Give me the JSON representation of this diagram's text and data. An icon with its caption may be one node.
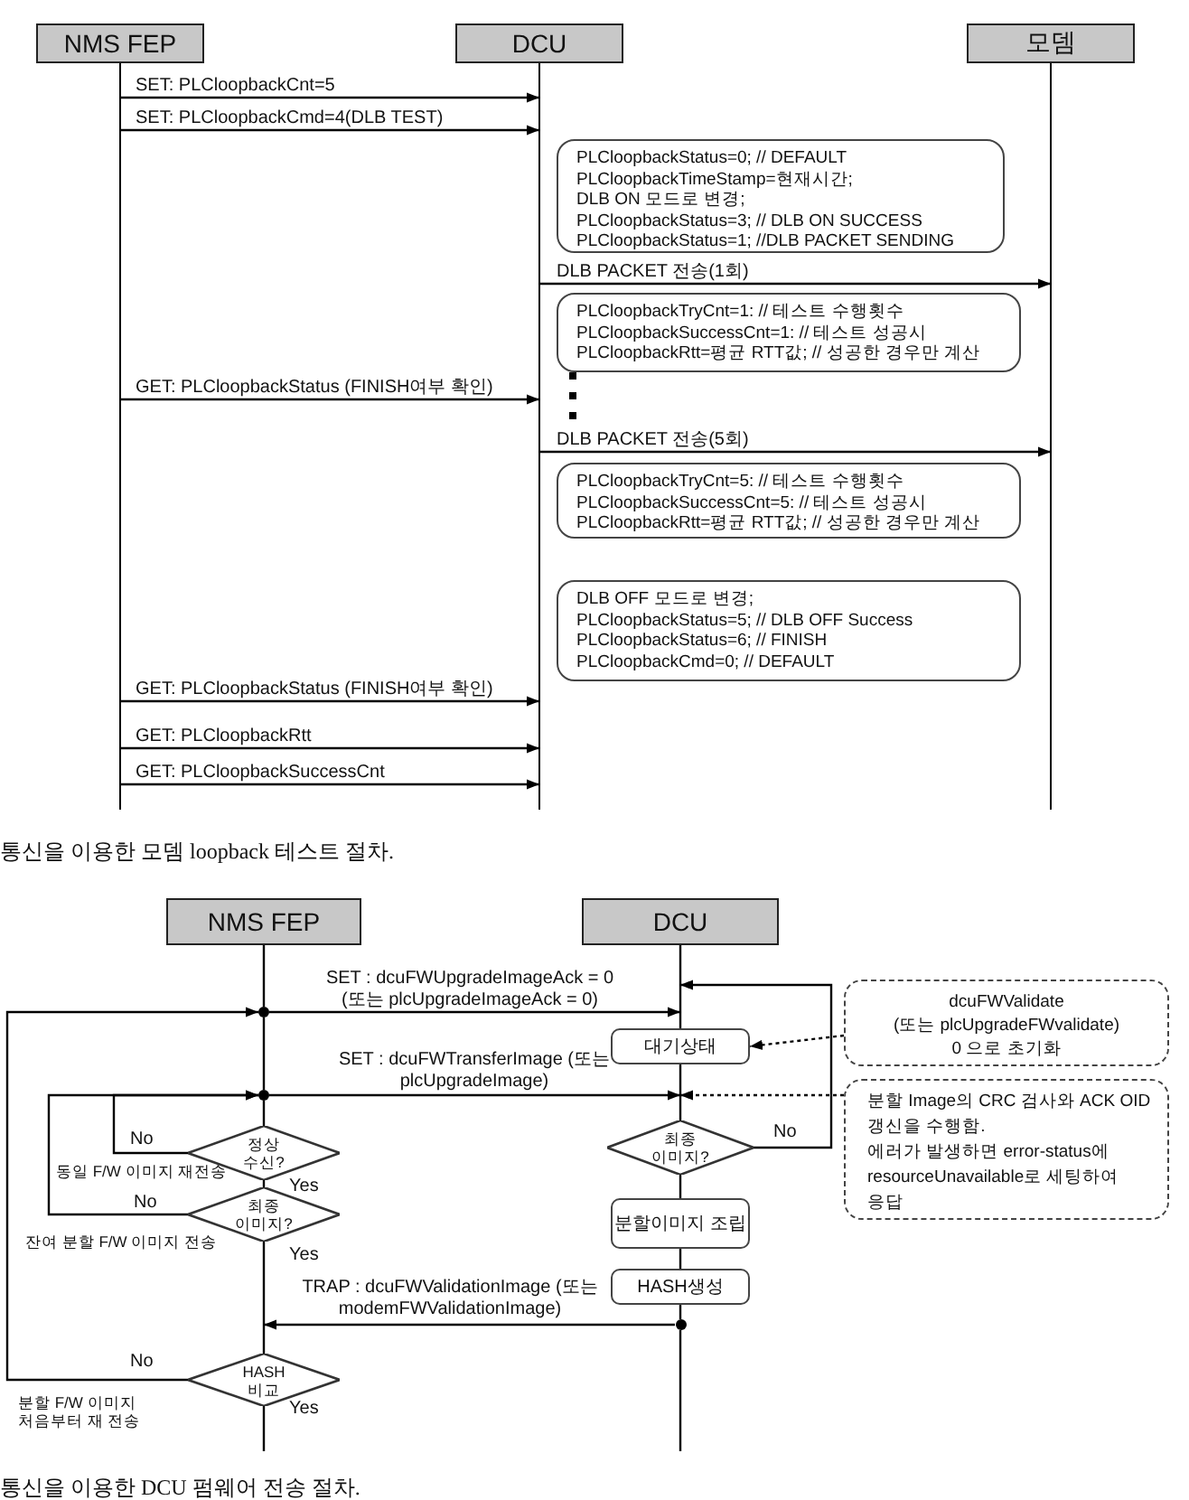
{
  "diagram": {
    "nodes": [
      {
        "text": [
          "NMS FEP"
        ]
      },
      {
        "text": [
          "DCU"
        ]
      },
      {
        "text": [
          "모뎀"
        ]
      },
      {
        "text": [
          "PLCloopbackStatus=0;  // DEFAULT",
          "PLCloopbackTimeStamp=현재시간;",
          "DLB ON 모드로 변경;",
          "PLCloopbackStatus=3;  // DLB ON SUCCESS",
          "PLCloopbackStatus=1;  //DLB PACKET SENDING"
        ]
      },
      {
        "text": [
          "PLCloopbackTryCnt=1:  // 테스트 수행횟수",
          "PLCloopbackSuccessCnt=1:  // 테스트 성공시",
          "PLCloopbackRtt=평균  RTT값; // 성공한 경우만 계산"
        ]
      },
      {
        "text": [
          "PLCloopbackTryCnt=5:  // 테스트 수행횟수",
          "PLCloopbackSuccessCnt=5:  // 테스트 성공시",
          "PLCloopbackRtt=평균  RTT값; // 성공한 경우만 계산"
        ]
      },
      {
        "text": [
          "DLB OFF 모드로 변경;",
          "PLCloopbackStatus=5;  // DLB OFF Success",
          "PLCloopbackStatus=6;  // FINISH",
          "PLCloopbackCmd=0;  // DEFAULT"
        ]
      },
      {
        "text": [
          "NMS FEP"
        ]
      },
      {
        "text": [
          "DCU"
        ]
      },
      {
        "text": [
          "dcuFWValidate",
          "(또는 plcUpgradeFWvalidate)",
          "0 으로 초기화"
        ]
      },
      {
        "text": [],
        "shape": "circle"
      },
      {
        "text": [
          "대기상태"
        ]
      },
      {
        "text": [
          "분할 Image의 CRC 검사와 ACK OID 갱신을 수행함.",
          "에러가 발생하면 error-status에 resourceUnavailable로 세팅하여 응답"
        ]
      },
      {
        "text": [],
        "shape": "circle"
      },
      {
        "text": [
          "최종 이미지?"
        ]
      },
      {
        "text": [
          "정상 수신?"
        ]
      },
      {
        "text": [
          "최종 이미지?"
        ]
      },
      {
        "text": [
          "분할이미지 조립"
        ]
      },
      {
        "text": [
          "HASH생성"
        ]
      },
      {
        "text": [],
        "shape": "circle"
      },
      {
        "text": [
          "HASH 비교"
        ]
      }
    ],
    "edges": [
      {
        "from": 0,
        "to": 1,
        "arrow": "to",
        "label": "SET: PLCloopbackCnt=5"
      },
      {
        "from": 0,
        "to": 1,
        "arrow": "to",
        "label": "SET: PLCloopbackCmd=4(DLB  TEST)"
      },
      {
        "from": 1,
        "to": 2,
        "arrow": "to",
        "label": "DLB PACKET 전송(1회)"
      },
      {
        "from": 0,
        "to": 1,
        "arrow": "to",
        "label": "GET: PLCloopbackStatus (FINISH여부 확인)"
      },
      {
        "from": 1,
        "to": 2,
        "arrow": "to",
        "label": "DLB PACKET 전송(5회)"
      },
      {
        "from": 0,
        "to": 1,
        "arrow": "to",
        "label": "GET: PLCloopbackStatus (FINISH여부 확인)"
      },
      {
        "from": 0,
        "to": 1,
        "arrow": "to",
        "label": "GET: PLCloopbackRtt"
      },
      {
        "from": 0,
        "to": 1,
        "arrow": "to",
        "label": "GET: PLCloopbackSuccessCnt"
      },
      {
        "from": 7,
        "to": 10,
        "arrow": "none"
      },
      {
        "from": 10,
        "to": 13,
        "arrow": "none"
      },
      {
        "from": 13,
        "to": 15,
        "arrow": "none"
      },
      {
        "from": 15,
        "to": 16,
        "arrow": "none",
        "label": "Yes"
      },
      {
        "from": 16,
        "to": 20,
        "arrow": "none",
        "label": "Yes"
      },
      {
        "from": 20,
        "to": null,
        "arrow": "none",
        "label": "Yes"
      },
      {
        "from": 10,
        "to": 11,
        "arrow": "to",
        "label": "SET : dcuFWUpgradeImageAck = 0 (또는 plcUpgradeImageAck = 0)"
      },
      {
        "from": 13,
        "to": 14,
        "arrow": "to",
        "label": "SET : dcuFWTransferImage (또는 plcUpgradeImage)"
      },
      {
        "from": 15,
        "to": 13,
        "arrow": "to",
        "label": "No"
      },
      {
        "from": 16,
        "to": 13,
        "arrow": "to",
        "label": "No"
      },
      {
        "from": 20,
        "to": 10,
        "arrow": "to",
        "label": "No"
      },
      {
        "from": 8,
        "to": 11,
        "arrow": "none"
      },
      {
        "from": 11,
        "to": 14,
        "arrow": "none"
      },
      {
        "from": 14,
        "to": 17,
        "arrow": "none"
      },
      {
        "from": 17,
        "to": 18,
        "arrow": "none"
      },
      {
        "from": 18,
        "to": 19,
        "arrow": "none"
      },
      {
        "from": 19,
        "to": null,
        "arrow": "none"
      },
      {
        "from": 14,
        "to": 11,
        "arrow": "to",
        "label": "No"
      },
      {
        "from": 19,
        "to": 20,
        "arrow": "to",
        "label": "TRAP : dcuFWValidationImage (또는 modemFWValidationImage)"
      },
      {
        "from": 9,
        "to": 11,
        "arrow": "to",
        "style": "dashed"
      },
      {
        "from": 12,
        "to": 14,
        "arrow": "to",
        "style": "dashed"
      }
    ],
    "labels": [
      "통신을 이용한 모뎀 loopback 테스트 절차.",
      "동일 F/W 이미지 재전송",
      "잔여 분할 F/W 이미지 전송",
      "분할 F/W 이미지 처음부터 재 전송",
      "통신을 이용한 DCU 펌웨어 전송 절차."
    ]
  }
}
